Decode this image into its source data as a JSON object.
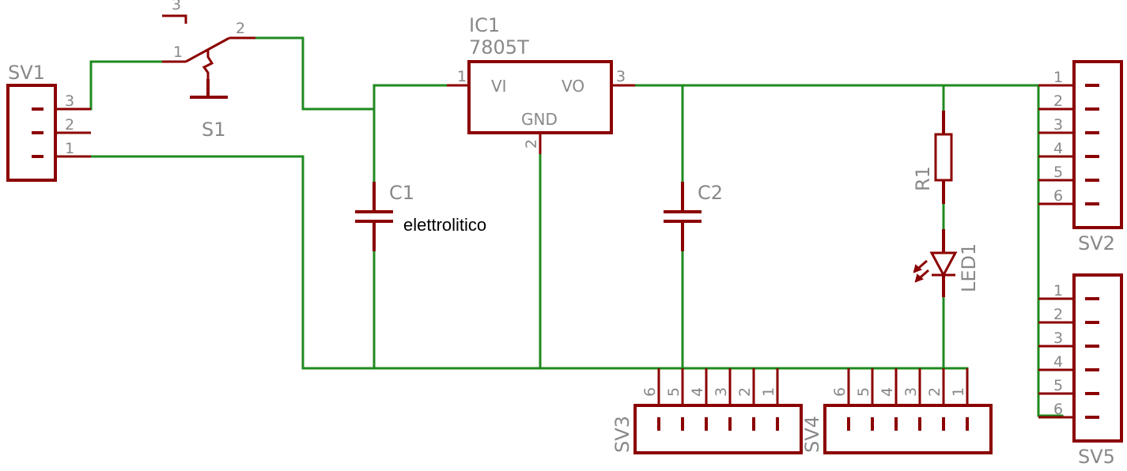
{
  "sv1": {
    "name": "SV1",
    "pins": [
      "3",
      "2",
      "1"
    ]
  },
  "s1": {
    "name": "S1",
    "pins": [
      "3",
      "1",
      "2"
    ]
  },
  "ic1": {
    "name": "IC1",
    "value": "7805T",
    "vi": "VI",
    "vo": "VO",
    "gnd": "GND",
    "pin_in": "1",
    "pin_out": "3",
    "pin_gnd": "2"
  },
  "c1": {
    "name": "C1",
    "value": "elettrolitico"
  },
  "c2": {
    "name": "C2"
  },
  "r1": {
    "name": "R1"
  },
  "led1": {
    "name": "LED1"
  },
  "sv2": {
    "name": "SV2",
    "pins": [
      "1",
      "2",
      "3",
      "4",
      "5",
      "6"
    ]
  },
  "sv5": {
    "name": "SV5",
    "pins": [
      "1",
      "2",
      "3",
      "4",
      "5",
      "6"
    ]
  },
  "sv3": {
    "name": "SV3",
    "pins": [
      "6",
      "5",
      "4",
      "3",
      "2",
      "1"
    ]
  },
  "sv4": {
    "name": "SV4",
    "pins": [
      "6",
      "5",
      "4",
      "3",
      "2",
      "1"
    ]
  },
  "colors": {
    "wire": "#1f8a1f",
    "part": "#8b0000",
    "label": "#888888"
  }
}
